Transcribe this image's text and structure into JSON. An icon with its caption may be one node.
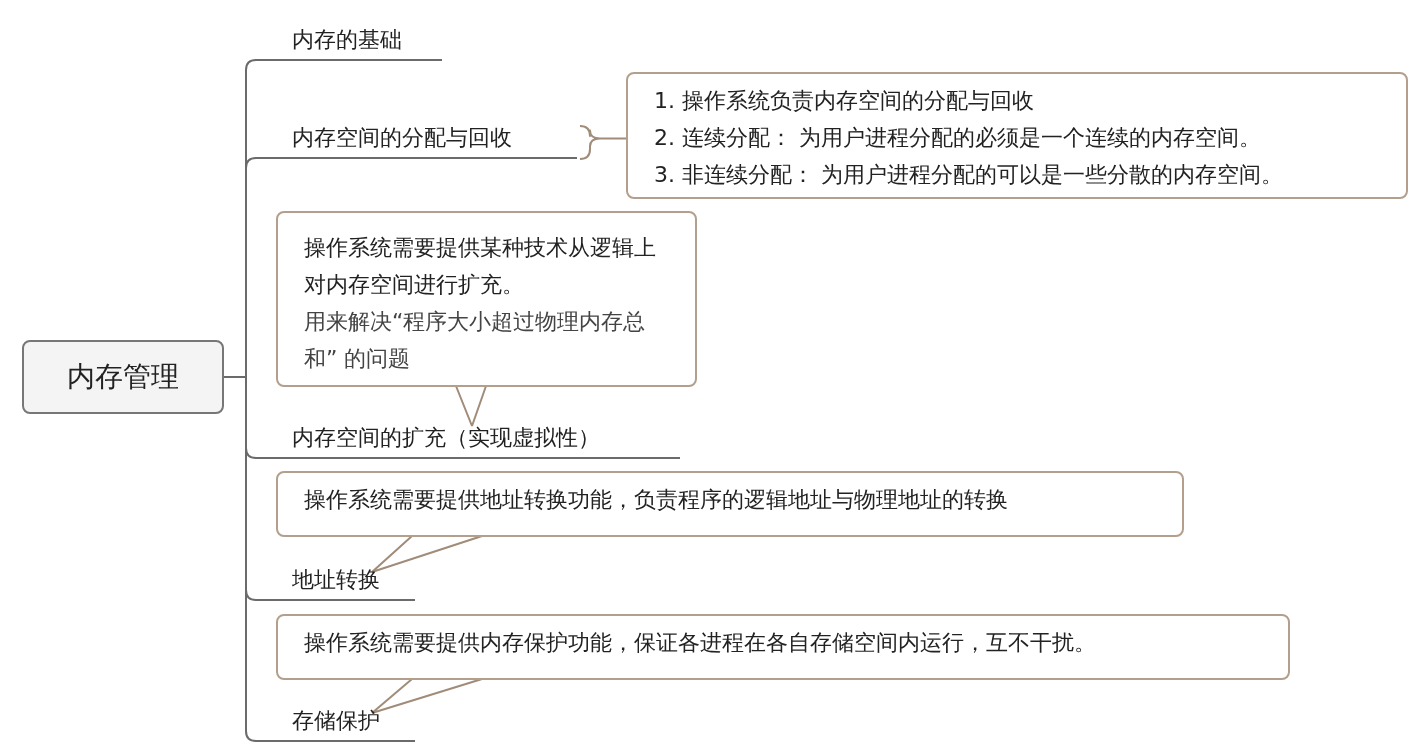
{
  "diagram": {
    "nodes": [
      {
        "text": [
          "内存管理"
        ]
      },
      {
        "text": [
          "内存的基础"
        ]
      },
      {
        "text": [
          "内存空间的分配与回收"
        ]
      },
      {
        "text": [
          "1. 操作系统负责内存空间的分配与回收",
          "2. 连续分配： 为用户进程分配的必须是一个连续的内存空间。",
          "3. 非连续分配： 为用户进程分配的可以是一些分散的内存空间。"
        ]
      },
      {
        "text": [
          "操作系统需要提供某种技术从逻辑上对内存空间进行扩充。",
          "用来解决“程序大小超过物理内存总和” 的问题"
        ]
      },
      {
        "text": [
          "内存空间的扩充（实现虚拟性）"
        ]
      },
      {
        "text": [
          "操作系统需要提供地址转换功能，负责程序的逻辑地址与物理地址的转换"
        ]
      },
      {
        "text": [
          "地址转换"
        ]
      },
      {
        "text": [
          "操作系统需要提供内存保护功能，保证各进程在各自存储空间内运行，互不干扰。"
        ]
      },
      {
        "text": [
          "存储保护"
        ]
      }
    ],
    "edges": [
      {
        "from": 0,
        "to": 1,
        "arrow": "none"
      },
      {
        "from": 0,
        "to": 2,
        "arrow": "none"
      },
      {
        "from": 2,
        "to": 3,
        "arrow": "none",
        "color": "#a08c78"
      },
      {
        "from": 4,
        "to": 5,
        "arrow": "none",
        "color": "#a08c78"
      },
      {
        "from": 0,
        "to": 5,
        "arrow": "none"
      },
      {
        "from": 6,
        "to": 7,
        "arrow": "none",
        "color": "#a08c78"
      },
      {
        "from": 0,
        "to": 7,
        "arrow": "none"
      },
      {
        "from": 8,
        "to": 9,
        "arrow": "none",
        "color": "#a08c78"
      },
      {
        "from": 0,
        "to": 9,
        "arrow": "none"
      }
    ]
  }
}
